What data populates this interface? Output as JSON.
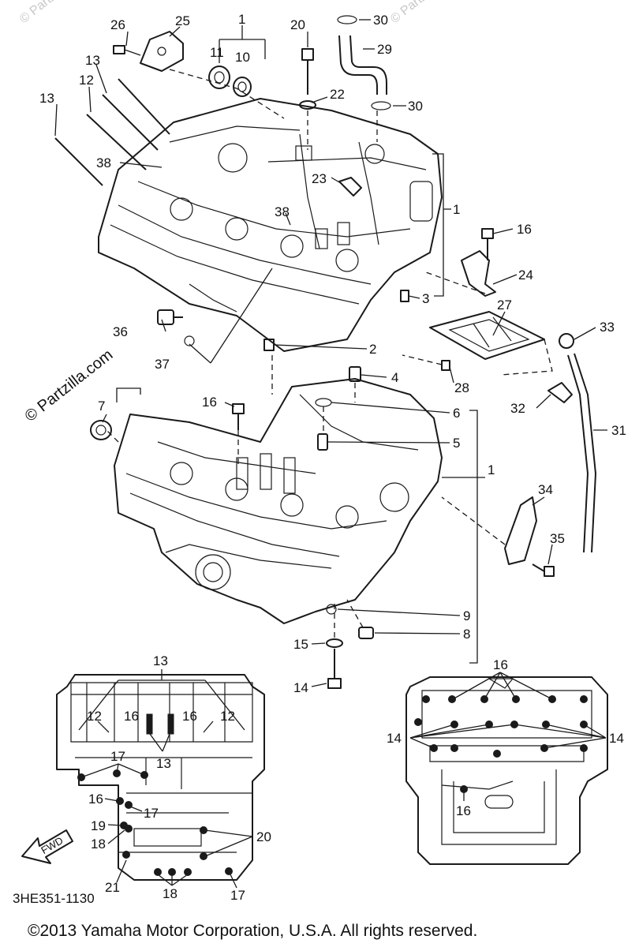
{
  "callouts": {
    "c1_top": "1",
    "c11": "11",
    "c10": "10",
    "c26": "26",
    "c25": "25",
    "c20": "20",
    "c30a": "30",
    "c29": "29",
    "c13a": "13",
    "c12": "12",
    "c13b": "13",
    "c22": "22",
    "c30b": "30",
    "c38a": "38",
    "c23": "23",
    "c1_right": "1",
    "c38b": "38",
    "c16a": "16",
    "c24": "24",
    "c3": "3",
    "c36": "36",
    "c2": "2",
    "c27": "27",
    "c33": "33",
    "c37": "37",
    "c4": "4",
    "c28": "28",
    "c7": "7",
    "c16b": "16",
    "c6": "6",
    "c32": "32",
    "c31": "31",
    "c5": "5",
    "c1_mid": "1",
    "c34": "34",
    "c35": "35",
    "c9": "9",
    "c8": "8",
    "c15": "15",
    "c14": "14"
  },
  "inset_left": {
    "c13_top": "13",
    "c12_l": "12",
    "c16_l": "16",
    "c16_r": "16",
    "c12_r": "12",
    "c17_a": "17",
    "c13_mid": "13",
    "c16_side": "16",
    "c17_b": "17",
    "c19": "19",
    "c18_a": "18",
    "c20": "20",
    "c21": "21",
    "c18_b": "18",
    "c17_c": "17"
  },
  "inset_right": {
    "c16_top": "16",
    "c14_l": "14",
    "c14_r": "14",
    "c16_bot": "16"
  },
  "fwd_label": "FWD",
  "part_number": "3HE351-1130",
  "watermark": "© Partzilla.com",
  "copyright": "©2013 Yamaha Motor Corporation, U.S.A. All rights reserved."
}
